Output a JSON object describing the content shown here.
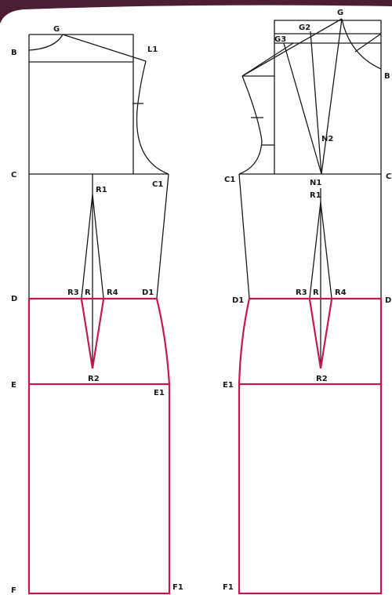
{
  "colors": {
    "outline": "#1a1a1a",
    "skirt_highlight": "#c8174f",
    "banner": "#4a1f33",
    "background": "#ffffff"
  },
  "labels": {
    "front": {
      "B": "B",
      "G": "G",
      "L1": "L1",
      "C": "C",
      "C1": "C1",
      "R1": "R1",
      "D": "D",
      "R3": "R3",
      "R": "R",
      "R4": "R4",
      "D1": "D1",
      "E": "E",
      "R2": "R2",
      "E1": "E1",
      "F": "F",
      "F1": "F1"
    },
    "back": {
      "G": "G",
      "G2": "G2",
      "G3": "G3",
      "B": "B",
      "N2": "N2",
      "C1": "C1",
      "N1": "N1",
      "R1": "R1",
      "C": "C",
      "D1": "D1",
      "R3": "R3",
      "R": "R",
      "R4": "R4",
      "D": "D",
      "E1": "E1",
      "R2": "R2",
      "F1": "F1"
    }
  }
}
